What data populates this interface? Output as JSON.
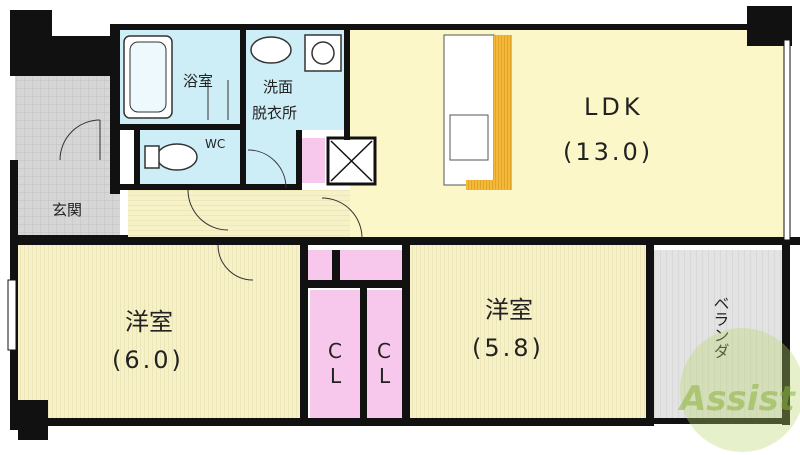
{
  "rooms": {
    "bath": "浴室",
    "washroom_line1": "洗面",
    "washroom_line2": "脱衣所",
    "wc": "WC",
    "ldk": "LDK",
    "ldk_size": "(13.0)",
    "entrance": "玄関",
    "western1": "洋室",
    "western1_size": "(6.0)",
    "western2": "洋室",
    "western2_size": "(5.8)",
    "balcony": "ベランダ",
    "closet1_top": "C",
    "closet1_bottom": "L",
    "closet2_top": "C",
    "closet2_bottom": "L"
  },
  "watermark": "Assist",
  "colors": {
    "wall": "#111111",
    "ldk_floor": "#fbf7c8",
    "room_floor": "#f5f0c2",
    "wet_area": "#cdeef7",
    "closet": "#f7c8ec",
    "tile": "#d9d9d9",
    "kitchen_accent": "#f4b63a"
  }
}
